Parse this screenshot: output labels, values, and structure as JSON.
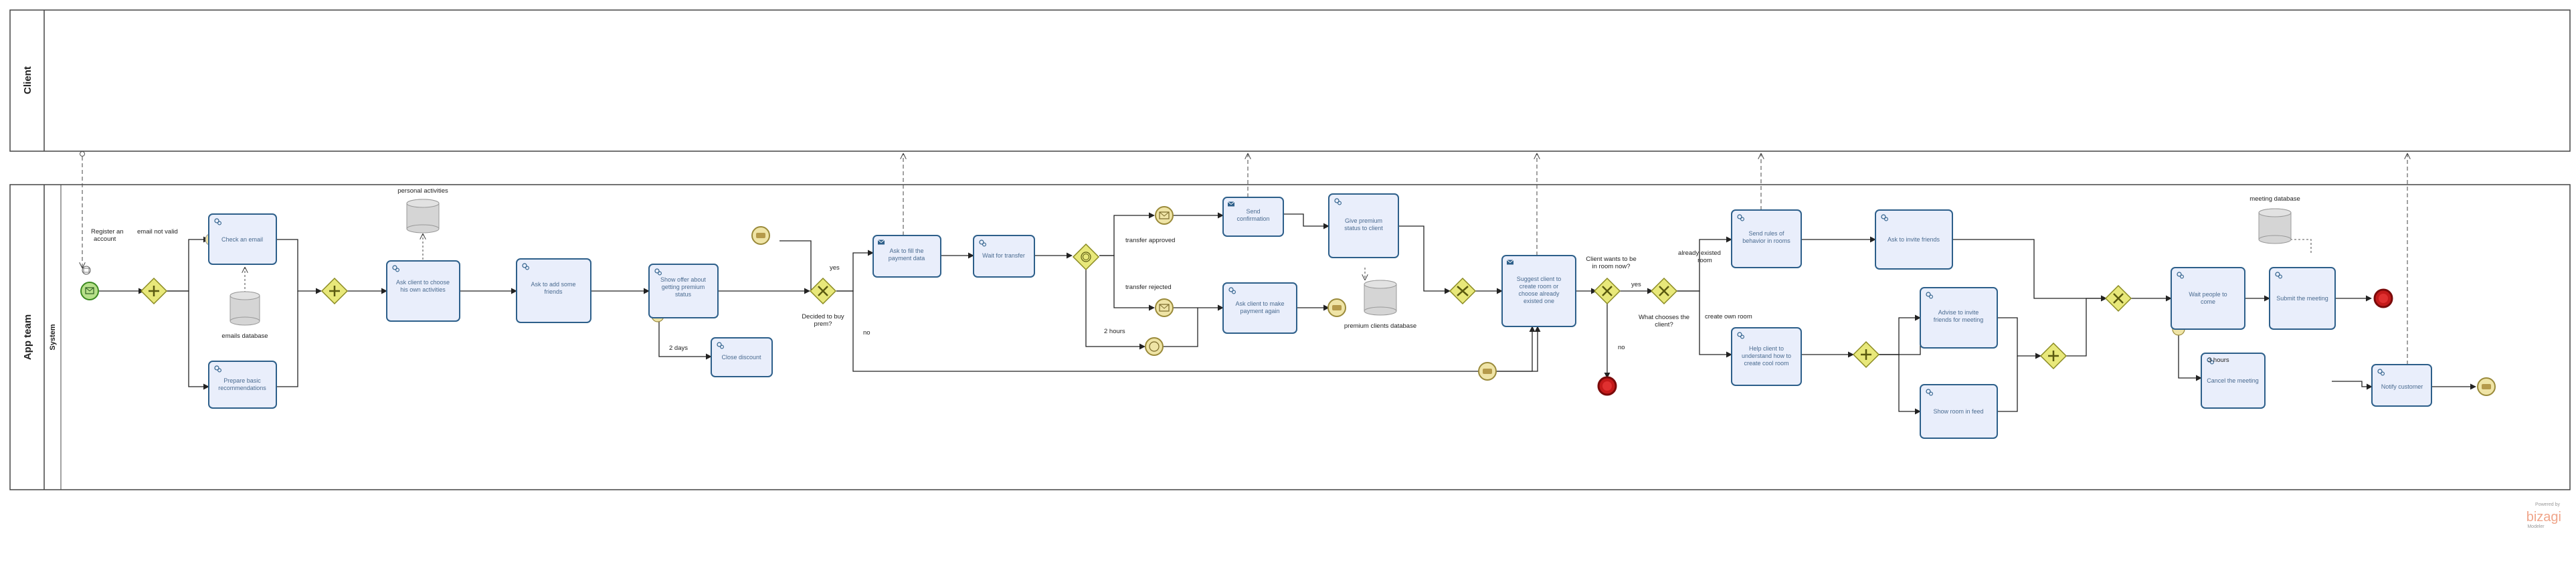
{
  "pool": {
    "title": ""
  },
  "lanes": {
    "client": "Client",
    "app_team": "App team",
    "system": "System"
  },
  "tasks": {
    "check_email": "Check an email",
    "prepare_recs": "Prepare basic recommendations",
    "ask_activities": "Ask client to choose his own activities",
    "ask_friends": "Ask to add some friends",
    "show_offer": "Show offer about getting premium status",
    "close_discount": "Close discount",
    "ask_payment": "Ask to fill the payment data",
    "wait_transfer": "Wait for transfer",
    "send_confirmation": "Send confirmation",
    "give_premium": "Give premium status to client",
    "ask_again": "Ask client to make payment again",
    "suggest_room": "Suggest client to create room or choose already existed one",
    "send_rules": "Send rules of behavior in rooms",
    "ask_invite": "Ask to invite friends",
    "help_create": "Help client to understand how to create cool room",
    "advise_invite": "Advise to invite friends for meeting",
    "show_room": "Show room in feed",
    "wait_people": "Wait people to come",
    "submit_meeting": "Submit the meeting",
    "cancel_meeting": "Cancel the meeting",
    "notify_customer": "Notify customer"
  },
  "data_stores": {
    "emails_db": "emails database",
    "personal_activities": "personal activities",
    "premium_db": "premium clients database",
    "meeting_db": "meeting database"
  },
  "edge_labels": {
    "register": "Register an account",
    "email_not_valid": "email not valid",
    "yes1": "yes",
    "no1": "no",
    "decided": "Decided to buy prem?",
    "two_days": "2 days",
    "transfer_approved": "transfer approved",
    "transfer_rejected": "transfer rejected",
    "two_hours": "2 hours",
    "client_wants": "Client wants to be in room now?",
    "yes2": "yes",
    "no2": "no",
    "what_chooses": "What chooses the client?",
    "already_existed": "already existed room",
    "create_own": "create own room",
    "three_hours": "3 hours"
  },
  "brand": {
    "powered": "Powered by",
    "name": "bizagi",
    "sub": "Modeler"
  },
  "colors": {
    "task_fill": "#e9eefb",
    "task_stroke": "#2d5f8a",
    "gateway_fill": "#e8e87a",
    "gateway_stroke": "#8a8a22",
    "start_fill": "#b7e08a",
    "end_fill": "#c41a1a",
    "intermediate_fill": "#efe4a6",
    "datastore_fill": "#d5d5d5"
  }
}
